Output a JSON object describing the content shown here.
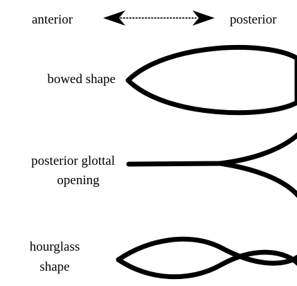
{
  "direction": {
    "left_label": "anterior",
    "right_label": "posterior"
  },
  "shapes": [
    {
      "id": "bowed",
      "label_lines": [
        "bowed shape"
      ]
    },
    {
      "id": "posterior-glottal-opening",
      "label_lines": [
        "posterior glottal",
        "opening"
      ]
    },
    {
      "id": "hourglass",
      "label_lines": [
        "hourglass",
        "shape"
      ]
    }
  ],
  "colors": {
    "ink": "#000000",
    "background": "#ffffff"
  }
}
